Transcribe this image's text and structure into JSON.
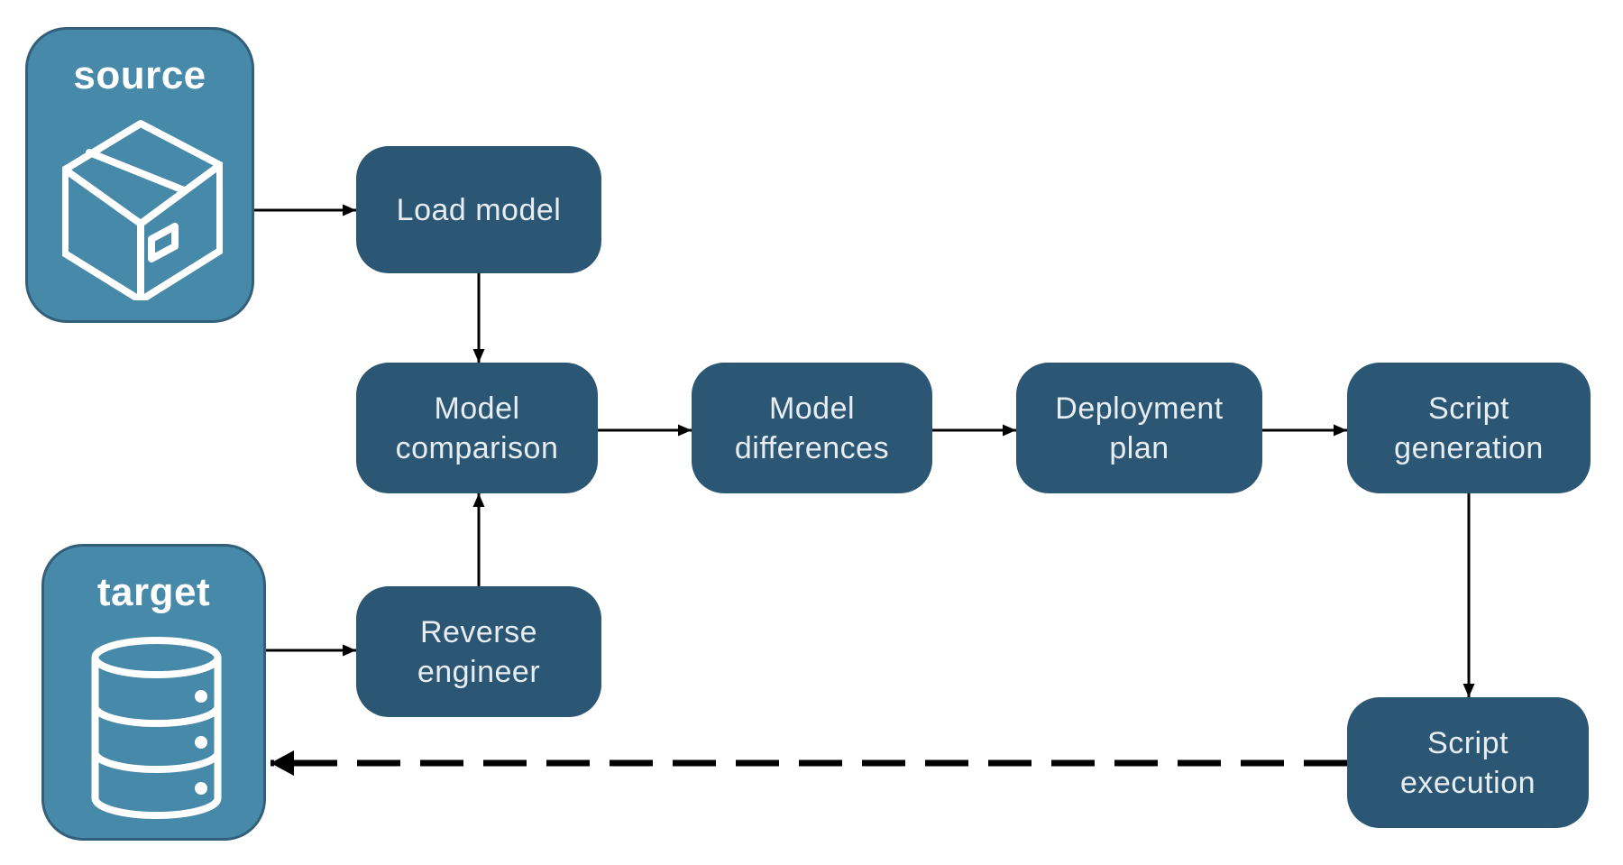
{
  "colors": {
    "background": "#ffffff",
    "endpoint_fill": "#4789A9",
    "endpoint_border": "#335F7A",
    "endpoint_text": "#ffffff",
    "node_fill": "#2B5674",
    "node_text": "#E8EDF2",
    "arrow": "#000000"
  },
  "endpoints": [
    {
      "id": "source",
      "label": "source",
      "icon": "package-box-icon"
    },
    {
      "id": "target",
      "label": "target",
      "icon": "database-icon"
    }
  ],
  "nodes": [
    {
      "id": "load-model",
      "label": "Load model"
    },
    {
      "id": "model-comparison",
      "label": "Model comparison"
    },
    {
      "id": "model-differences",
      "label": "Model differences"
    },
    {
      "id": "deployment-plan",
      "label": "Deployment plan"
    },
    {
      "id": "script-generation",
      "label": "Script generation"
    },
    {
      "id": "reverse-engineer",
      "label": "Reverse engineer"
    },
    {
      "id": "script-execution",
      "label": "Script execution"
    }
  ],
  "edges": [
    {
      "from": "source",
      "to": "load-model",
      "style": "solid"
    },
    {
      "from": "load-model",
      "to": "model-comparison",
      "style": "solid"
    },
    {
      "from": "model-comparison",
      "to": "model-differences",
      "style": "solid"
    },
    {
      "from": "model-differences",
      "to": "deployment-plan",
      "style": "solid"
    },
    {
      "from": "deployment-plan",
      "to": "script-generation",
      "style": "solid"
    },
    {
      "from": "script-generation",
      "to": "script-execution",
      "style": "solid"
    },
    {
      "from": "reverse-engineer",
      "to": "model-comparison",
      "style": "solid"
    },
    {
      "from": "target",
      "to": "reverse-engineer",
      "style": "solid"
    },
    {
      "from": "script-execution",
      "to": "target",
      "style": "dashed"
    }
  ]
}
